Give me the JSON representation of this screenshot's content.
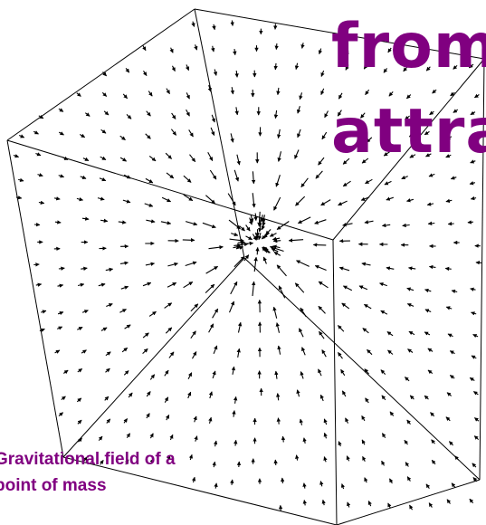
{
  "heading": {
    "line1": "from",
    "line2": "attra",
    "color": "#800080"
  },
  "caption": {
    "text": "Gravitational field of a point of mass",
    "color": "#800080"
  },
  "figure": {
    "line_color": "#000000",
    "background": "#ffffff"
  }
}
